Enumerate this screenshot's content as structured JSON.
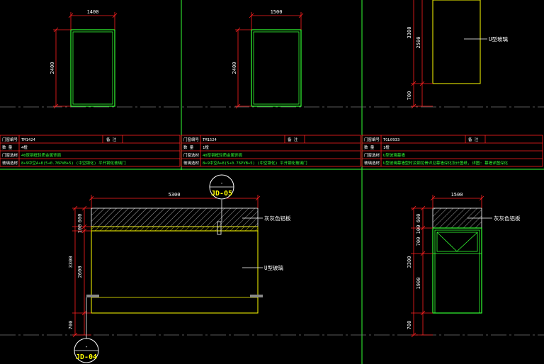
{
  "colors": {
    "background": "#000000",
    "frame": "#33ff33",
    "dimension": "#ff2020",
    "glass": "#ffff00",
    "leader": "#ffffff",
    "grid": "#33ff33",
    "ground": "#777777",
    "tag_circle": "#ffffff",
    "tag_text": "#ffff00"
  },
  "door_top_left": {
    "width_label": "1400",
    "height_label": "2400"
  },
  "door_top_mid": {
    "width_label": "1500",
    "height_label": "2400"
  },
  "panel_top_right": {
    "total_height_label": "3300",
    "glass_height_label": "2500",
    "base_height_label": "700",
    "annotation": "U型玻璃"
  },
  "tables": {
    "left": {
      "rows": [
        [
          "门窗编号",
          "TM1424",
          "备 注",
          ""
        ],
        [
          "数 量",
          "4樘",
          "",
          ""
        ],
        [
          "门窗选材",
          "40厚钢框轻质金属饰面",
          "",
          ""
        ],
        [
          "玻璃选材",
          "8+9中空A+8(5+0.76PVB+5) (中空钢化) 平开钢化玻璃门",
          "",
          ""
        ]
      ]
    },
    "mid": {
      "rows": [
        [
          "门窗编号",
          "TM1524",
          "备 注",
          ""
        ],
        [
          "数 量",
          "1樘",
          "",
          ""
        ],
        [
          "门窗选材",
          "40厚钢框轻质金属饰面",
          "",
          ""
        ],
        [
          "玻璃选材",
          "8+9中空A+8(5+0.76PVB+5) (中空钢化) 平开钢化玻璃门",
          "",
          ""
        ]
      ]
    },
    "right": {
      "rows": [
        [
          "门窗编号",
          "TGL0933",
          "备 注",
          ""
        ],
        [
          "数 量",
          "1樘",
          "",
          ""
        ],
        [
          "门窗选材",
          "U型玻璃幕墙",
          "",
          ""
        ],
        [
          "玻璃选材",
          "U型玻璃幕墙型材及钢龙骨详见幕墙深化设计图纸, 详图: 幕墙详图深化",
          "",
          ""
        ]
      ]
    }
  },
  "elevation_bottom_left": {
    "width_label": "5300",
    "total_height_label": "3300",
    "top_band_label_1": "100",
    "top_band_label_2": "600",
    "glass_height_label": "2600",
    "base_height_label": "700",
    "hatch_annotation": "灰灰色铝板",
    "glass_annotation": "U型玻璃",
    "tag_top": {
      "dash": "-",
      "code": "JD-05"
    },
    "tag_bottom": {
      "dash": "-",
      "code": "JD-04"
    }
  },
  "elevation_bottom_right": {
    "width_label": "1500",
    "total_height_label": "3300",
    "top_band_label_1": "100",
    "top_band_label_2": "600",
    "vent_height_label": "700",
    "door_height_label": "1900",
    "base_height_label": "700",
    "hatch_annotation": "灰灰色铝板"
  }
}
